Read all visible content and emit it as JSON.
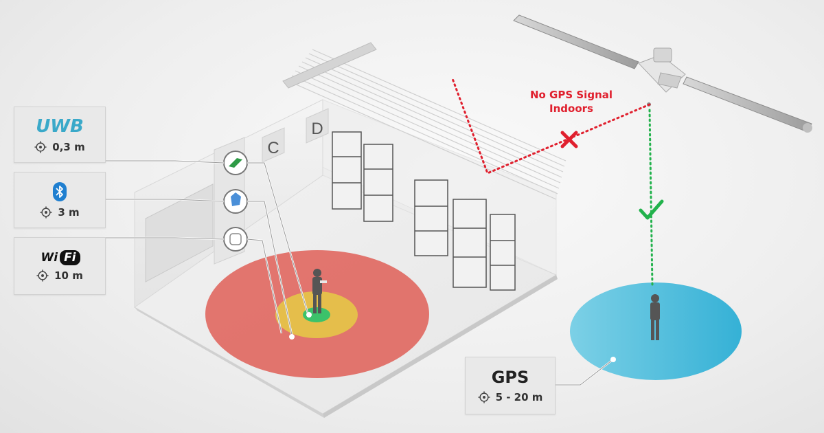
{
  "labels": {
    "uwb": {
      "logo": "UWB",
      "accuracy": "0,3 m"
    },
    "bluetooth": {
      "accuracy": "3 m"
    },
    "wifi": {
      "logo_wi": "Wi",
      "logo_fi": "Fi",
      "accuracy": "10 m"
    },
    "gps": {
      "title": "GPS",
      "accuracy": "5 - 20 m"
    }
  },
  "annotation": {
    "no_gps_line1": "No GPS Signal",
    "no_gps_line2": "Indoors"
  },
  "warehouse": {
    "zone_letters": [
      "C",
      "D"
    ]
  },
  "colors": {
    "no_signal": "#e0202e",
    "signal_ok": "#22b24c",
    "wifi_zone": "#e0675f",
    "bluetooth_zone": "#e5c24a",
    "uwb_zone": "#3cc26a",
    "gps_zone": "#3bb2d6",
    "uwb_brand": "#3aa9c9",
    "bluetooth_brand": "#1f7fd0"
  },
  "icons": [
    "target-icon",
    "bluetooth-icon",
    "check-icon",
    "cross-icon",
    "satellite-icon",
    "person-icon"
  ]
}
